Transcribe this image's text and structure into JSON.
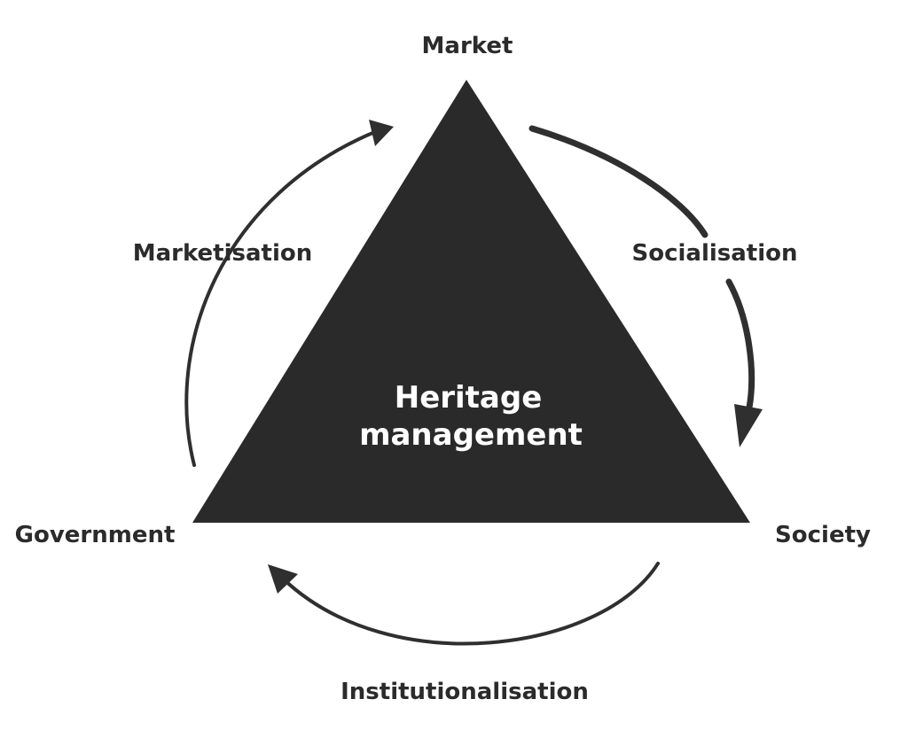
{
  "diagram": {
    "center": {
      "line1": "Heritage",
      "line2": "management"
    },
    "nodes": {
      "top": "Market",
      "right": "Society",
      "left": "Government"
    },
    "processes": {
      "left_arc": "Marketisation",
      "right_arc": "Socialisation",
      "bottom_arc": "Institutionalisation"
    }
  },
  "colors": {
    "triangle": "#2a2a2a",
    "arrows": "#2f2f2f",
    "label_text": "#2b2b2b",
    "center_text": "#ffffff",
    "background": "#ffffff"
  }
}
